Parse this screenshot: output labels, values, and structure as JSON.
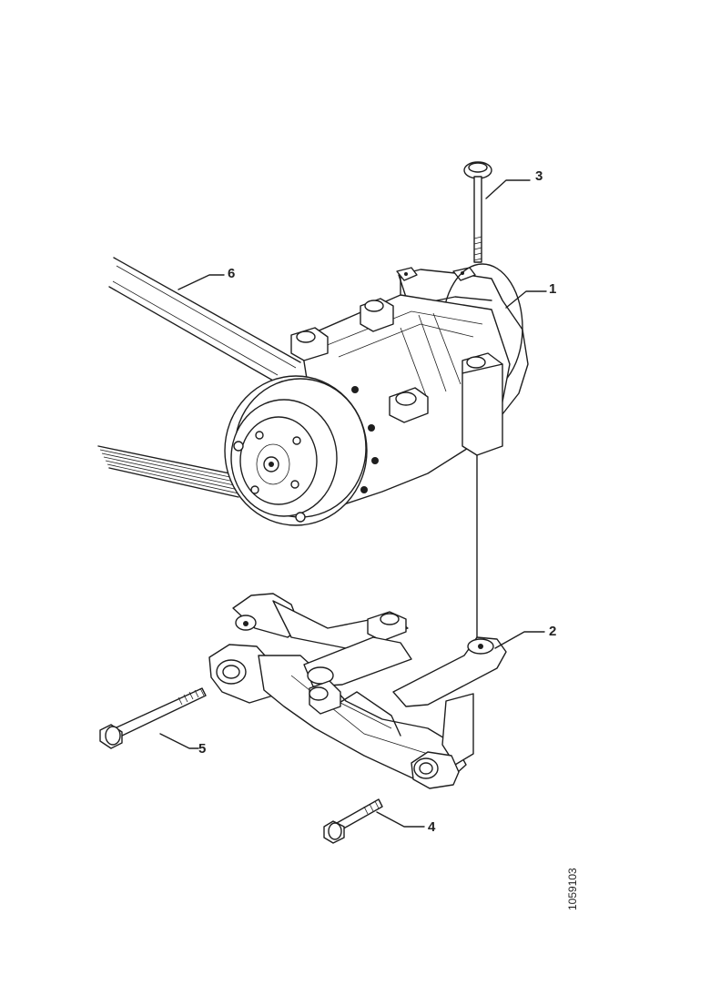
{
  "diagram": {
    "callouts": [
      {
        "id": "compressor",
        "label": "1"
      },
      {
        "id": "bracket",
        "label": "2"
      },
      {
        "id": "top-bolt",
        "label": "3"
      },
      {
        "id": "lower-bolt",
        "label": "4"
      },
      {
        "id": "long-bolt",
        "label": "5"
      },
      {
        "id": "drive-belt",
        "label": "6"
      }
    ],
    "reference_code": "1059103",
    "line_color": "#1e1e1e",
    "background": "#ffffff"
  }
}
